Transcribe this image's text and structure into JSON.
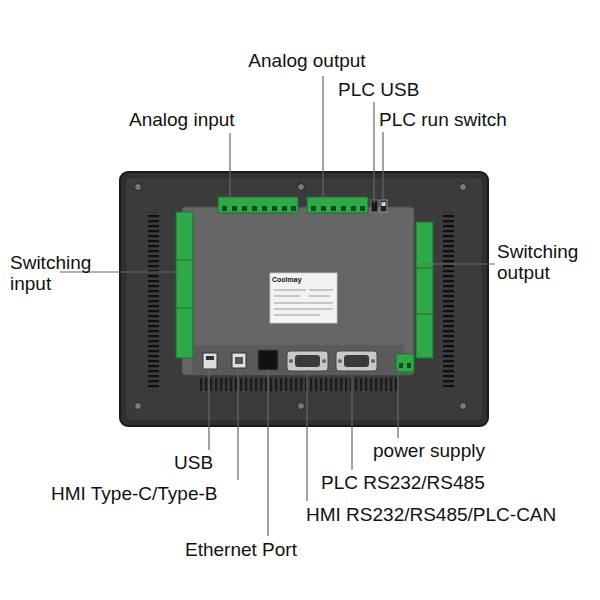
{
  "diagram": {
    "labels": [
      "Analog output",
      "PLC USB",
      "PLC run switch",
      "Analog input",
      "Switching input",
      "Switching output",
      "USB",
      "HMI Type-C/Type-B",
      "power supply",
      "PLC RS232/RS485",
      "HMI RS232/RS485/PLC-CAN",
      "Ethernet Port",
      "Coolmay"
    ]
  }
}
